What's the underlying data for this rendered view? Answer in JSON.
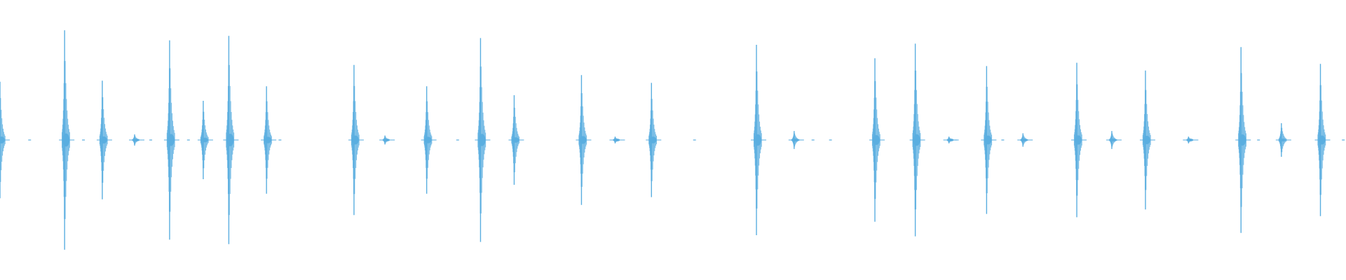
{
  "waveform": {
    "color": "#5aaee0",
    "description_free": true,
    "peaks": [
      {
        "x": 0.0,
        "amp": 0.52
      },
      {
        "x": 0.048,
        "amp": 0.98
      },
      {
        "x": 0.076,
        "amp": 0.53
      },
      {
        "x": 0.1,
        "amp": 0.05
      },
      {
        "x": 0.126,
        "amp": 0.89
      },
      {
        "x": 0.151,
        "amp": 0.35
      },
      {
        "x": 0.17,
        "amp": 0.93
      },
      {
        "x": 0.198,
        "amp": 0.48
      },
      {
        "x": 0.263,
        "amp": 0.67
      },
      {
        "x": 0.286,
        "amp": 0.04
      },
      {
        "x": 0.317,
        "amp": 0.48
      },
      {
        "x": 0.357,
        "amp": 0.91
      },
      {
        "x": 0.382,
        "amp": 0.4
      },
      {
        "x": 0.432,
        "amp": 0.58
      },
      {
        "x": 0.457,
        "amp": 0.03
      },
      {
        "x": 0.484,
        "amp": 0.51
      },
      {
        "x": 0.562,
        "amp": 0.85
      },
      {
        "x": 0.59,
        "amp": 0.08
      },
      {
        "x": 0.65,
        "amp": 0.73
      },
      {
        "x": 0.68,
        "amp": 0.86
      },
      {
        "x": 0.705,
        "amp": 0.03
      },
      {
        "x": 0.733,
        "amp": 0.66
      },
      {
        "x": 0.76,
        "amp": 0.06
      },
      {
        "x": 0.8,
        "amp": 0.69
      },
      {
        "x": 0.826,
        "amp": 0.08
      },
      {
        "x": 0.851,
        "amp": 0.62
      },
      {
        "x": 0.883,
        "amp": 0.03
      },
      {
        "x": 0.922,
        "amp": 0.83
      },
      {
        "x": 0.952,
        "amp": 0.15
      },
      {
        "x": 0.981,
        "amp": 0.68
      }
    ],
    "small_ticks": [
      0.022,
      0.062,
      0.112,
      0.14,
      0.208,
      0.34,
      0.459,
      0.516,
      0.604,
      0.617,
      0.71,
      0.745,
      0.883,
      0.935,
      0.998
    ]
  }
}
